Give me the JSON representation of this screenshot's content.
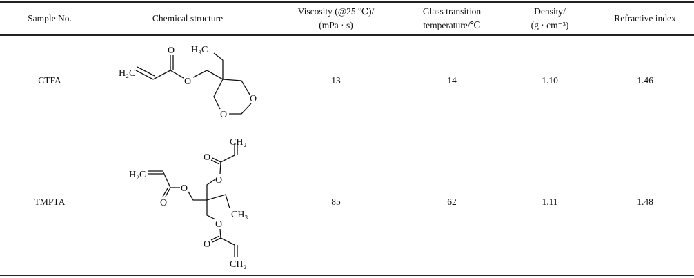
{
  "table": {
    "headers": {
      "sample": "Sample No.",
      "structure": "Chemical structure",
      "viscosity_1": "Viscosity (@25 ℃)/",
      "viscosity_2": "(mPa · s)",
      "tg_1": "Glass transition",
      "tg_2": "temperature/℃",
      "density_1": "Density/",
      "density_2": "(g · cm⁻³)",
      "refractive": "Refractive index"
    },
    "rows": [
      {
        "sample": "CTFA",
        "viscosity": "13",
        "tg": "14",
        "density": "1.10",
        "refractive": "1.46",
        "atoms": {
          "h2c": "H₂C",
          "o_carbonyl": "O",
          "o_ester": "O",
          "h3c": "H₃C",
          "o_ring1": "O",
          "o_ring2": "O"
        }
      },
      {
        "sample": "TMPTA",
        "viscosity": "85",
        "tg": "62",
        "density": "1.11",
        "refractive": "1.48",
        "atoms": {
          "h2c": "H₂C",
          "o_carbonyl_left": "O",
          "o_ester_left": "O",
          "ch2_top": "CH₂",
          "o_carbonyl_top": "O",
          "o_ester_top": "O",
          "ch3": "CH₃",
          "o_ester_bottom": "O",
          "o_carbonyl_bottom": "O",
          "ch2_bottom": "CH₂"
        }
      }
    ]
  }
}
